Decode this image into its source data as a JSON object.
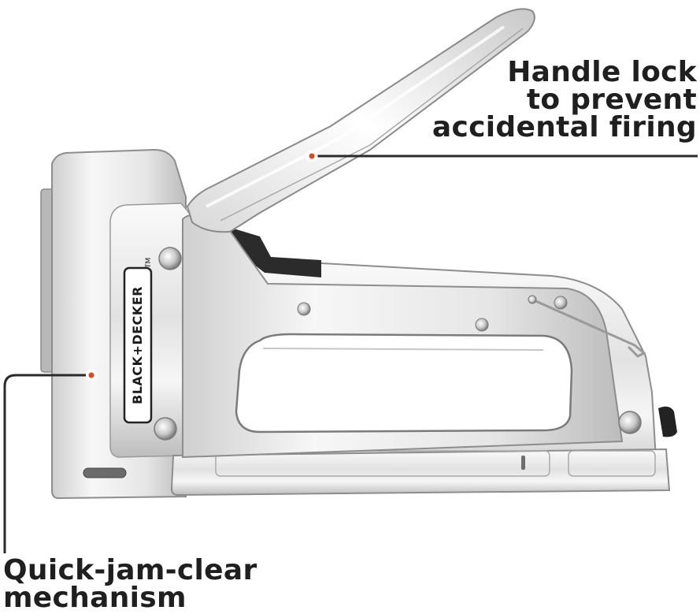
{
  "product": {
    "brand_text": "BLACK+DECKER",
    "trademark": "TM"
  },
  "callouts": {
    "handle_lock": {
      "lines": [
        "Handle lock",
        "to prevent",
        "accidental firing"
      ]
    },
    "jam_clear": {
      "lines": [
        "Quick-jam-clear",
        "mechanism"
      ]
    }
  },
  "colors": {
    "callout_text": "#1f1f1f",
    "leader_line": "#2a2a2a",
    "marker_dot": "#e04a1a",
    "chrome_light": "#f4f4f4",
    "chrome_mid": "#d2d2d2",
    "chrome_dark": "#8a8a8a",
    "rubber": "#222222"
  }
}
